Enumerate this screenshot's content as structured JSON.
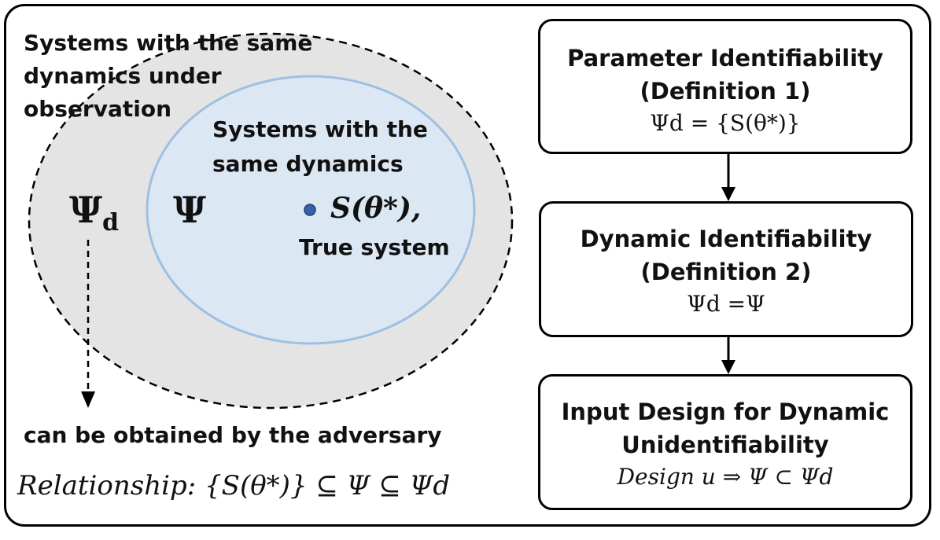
{
  "diagram": {
    "outer_set_label": "Systems with the same dynamics under observation",
    "outer_set_label_lines": [
      "Systems with the same",
      "dynamics under",
      "observation"
    ],
    "inner_set_label_lines": [
      "Systems with the",
      "same dynamics"
    ],
    "psi_d_symbol": "Ψ",
    "psi_d_subscript": "d",
    "psi_symbol": "Ψ",
    "true_system_symbol": "S(θ*),",
    "true_system_label": "True system",
    "adversary_note": "can be obtained by the adversary",
    "relationship": "Relationship: {S(θ*)} ⊆ Ψ ⊆ Ψd",
    "colors": {
      "outer_fill": "#e4e4e4",
      "inner_fill": "#dce7f4",
      "inner_stroke": "#9dc0e3",
      "dot": "#3b5ea8"
    }
  },
  "flow": {
    "boxes": [
      {
        "title_lines": [
          "Parameter Identifiability",
          "(Definition 1)"
        ],
        "formula": "Ψd = {S(θ*)}"
      },
      {
        "title_lines": [
          "Dynamic Identifiability",
          "(Definition 2)"
        ],
        "formula": "Ψd =Ψ"
      },
      {
        "title_lines": [
          "Input Design for Dynamic",
          "Unidentifiability"
        ],
        "formula": "Design u ⇒ Ψ ⊂ Ψd"
      }
    ]
  }
}
